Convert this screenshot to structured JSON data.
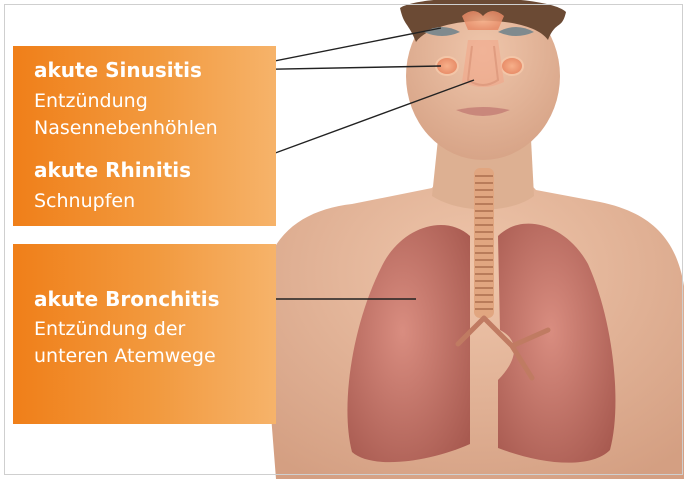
{
  "labels": {
    "sinusitis": {
      "title": "akute Sinusitis",
      "desc_line1": "Entzündung",
      "desc_line2": "Nasennebenhöhlen"
    },
    "rhinitis": {
      "title": "akute Rhinitis",
      "desc_line1": "Schnupfen"
    },
    "bronchitis": {
      "title": "akute Bronchitis",
      "desc_line1": "Entzündung der",
      "desc_line2": "unteren Atemwege"
    }
  },
  "colors": {
    "panel_orange": "#f07f19",
    "label_text": "#ffffff",
    "leader_line": "#222222",
    "skin": "#e3b598",
    "lung": "#c97a6e",
    "inflamed_sinus": "#f6a07a"
  }
}
